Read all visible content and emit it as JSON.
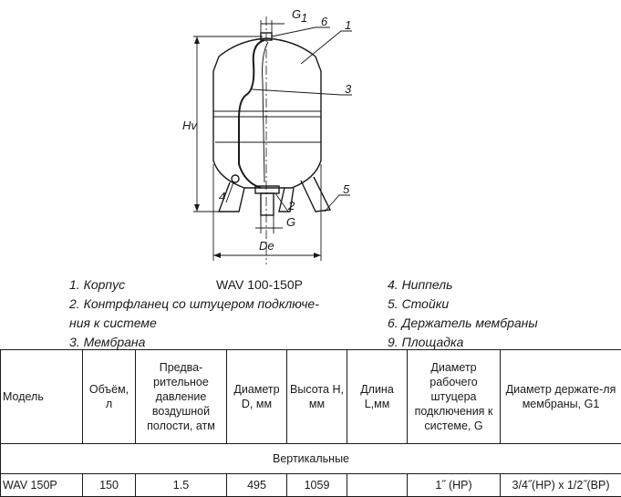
{
  "drawing": {
    "labels": {
      "g1": "G",
      "g1_sub": "1",
      "hv": "Hv",
      "de": "De",
      "g": "G",
      "callout_1": "1",
      "callout_2": "2",
      "callout_3": "3",
      "callout_4": "4",
      "callout_5": "5",
      "callout_6": "6"
    }
  },
  "legend": {
    "title": "WAV 100-150P",
    "left": [
      "1. Корпус",
      "2. Контрфланец со штуцером подключе-",
      "ния к системе",
      "3. Мембрана"
    ],
    "right": [
      "4. Ниппель",
      "5. Стойки",
      "6. Держатель мембраны",
      "9. Площадка"
    ]
  },
  "table": {
    "headers": [
      "Модель",
      "Объём, л",
      "Предва-рительное давление воздушной полости, атм",
      "Диаметр D, мм",
      "Высота H, мм",
      "Длина L,мм",
      "Диаметр рабочего штуцера подключения к системе, G",
      "Диаметр держате-ля мембраны, G1"
    ],
    "group_label": "Вертикальные",
    "rows": [
      [
        "WAV 150P",
        "150",
        "1.5",
        "495",
        "1059",
        "",
        "1˝ (НР)",
        "3/4˝(НР) х 1/2˝(ВР)"
      ]
    ]
  }
}
